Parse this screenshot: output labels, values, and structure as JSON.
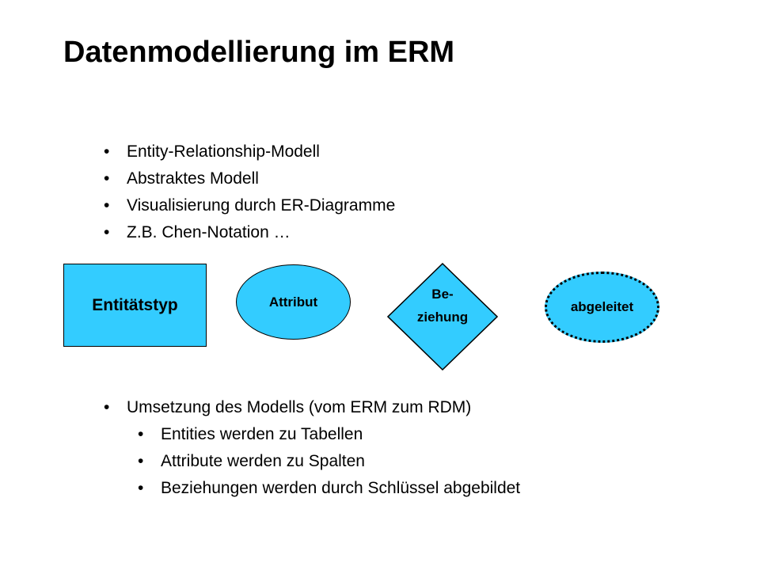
{
  "slide": {
    "title": "Datenmodellierung im ERM",
    "bullet_char": "•",
    "intro_bullets": [
      "Entity-Relationship-Modell",
      "Abstraktes Modell",
      "Visualisierung durch ER-Diagramme",
      "Z.B. Chen-Notation …"
    ],
    "shapes": {
      "entity": "Entitätstyp",
      "attribute": "Attribut",
      "relationship_line1": "Be-",
      "relationship_line2": "ziehung",
      "derived_attribute": "abgeleitet"
    },
    "mapping_bullet": "Umsetzung des Modells (vom ERM zum RDM)",
    "mapping_sub_bullets": [
      "Entities werden zu Tabellen",
      "Attribute werden zu Spalten",
      "Beziehungen werden durch Schlüssel abgebildet"
    ],
    "colors": {
      "shape_fill": "#33ccff",
      "outline": "#000000"
    }
  }
}
